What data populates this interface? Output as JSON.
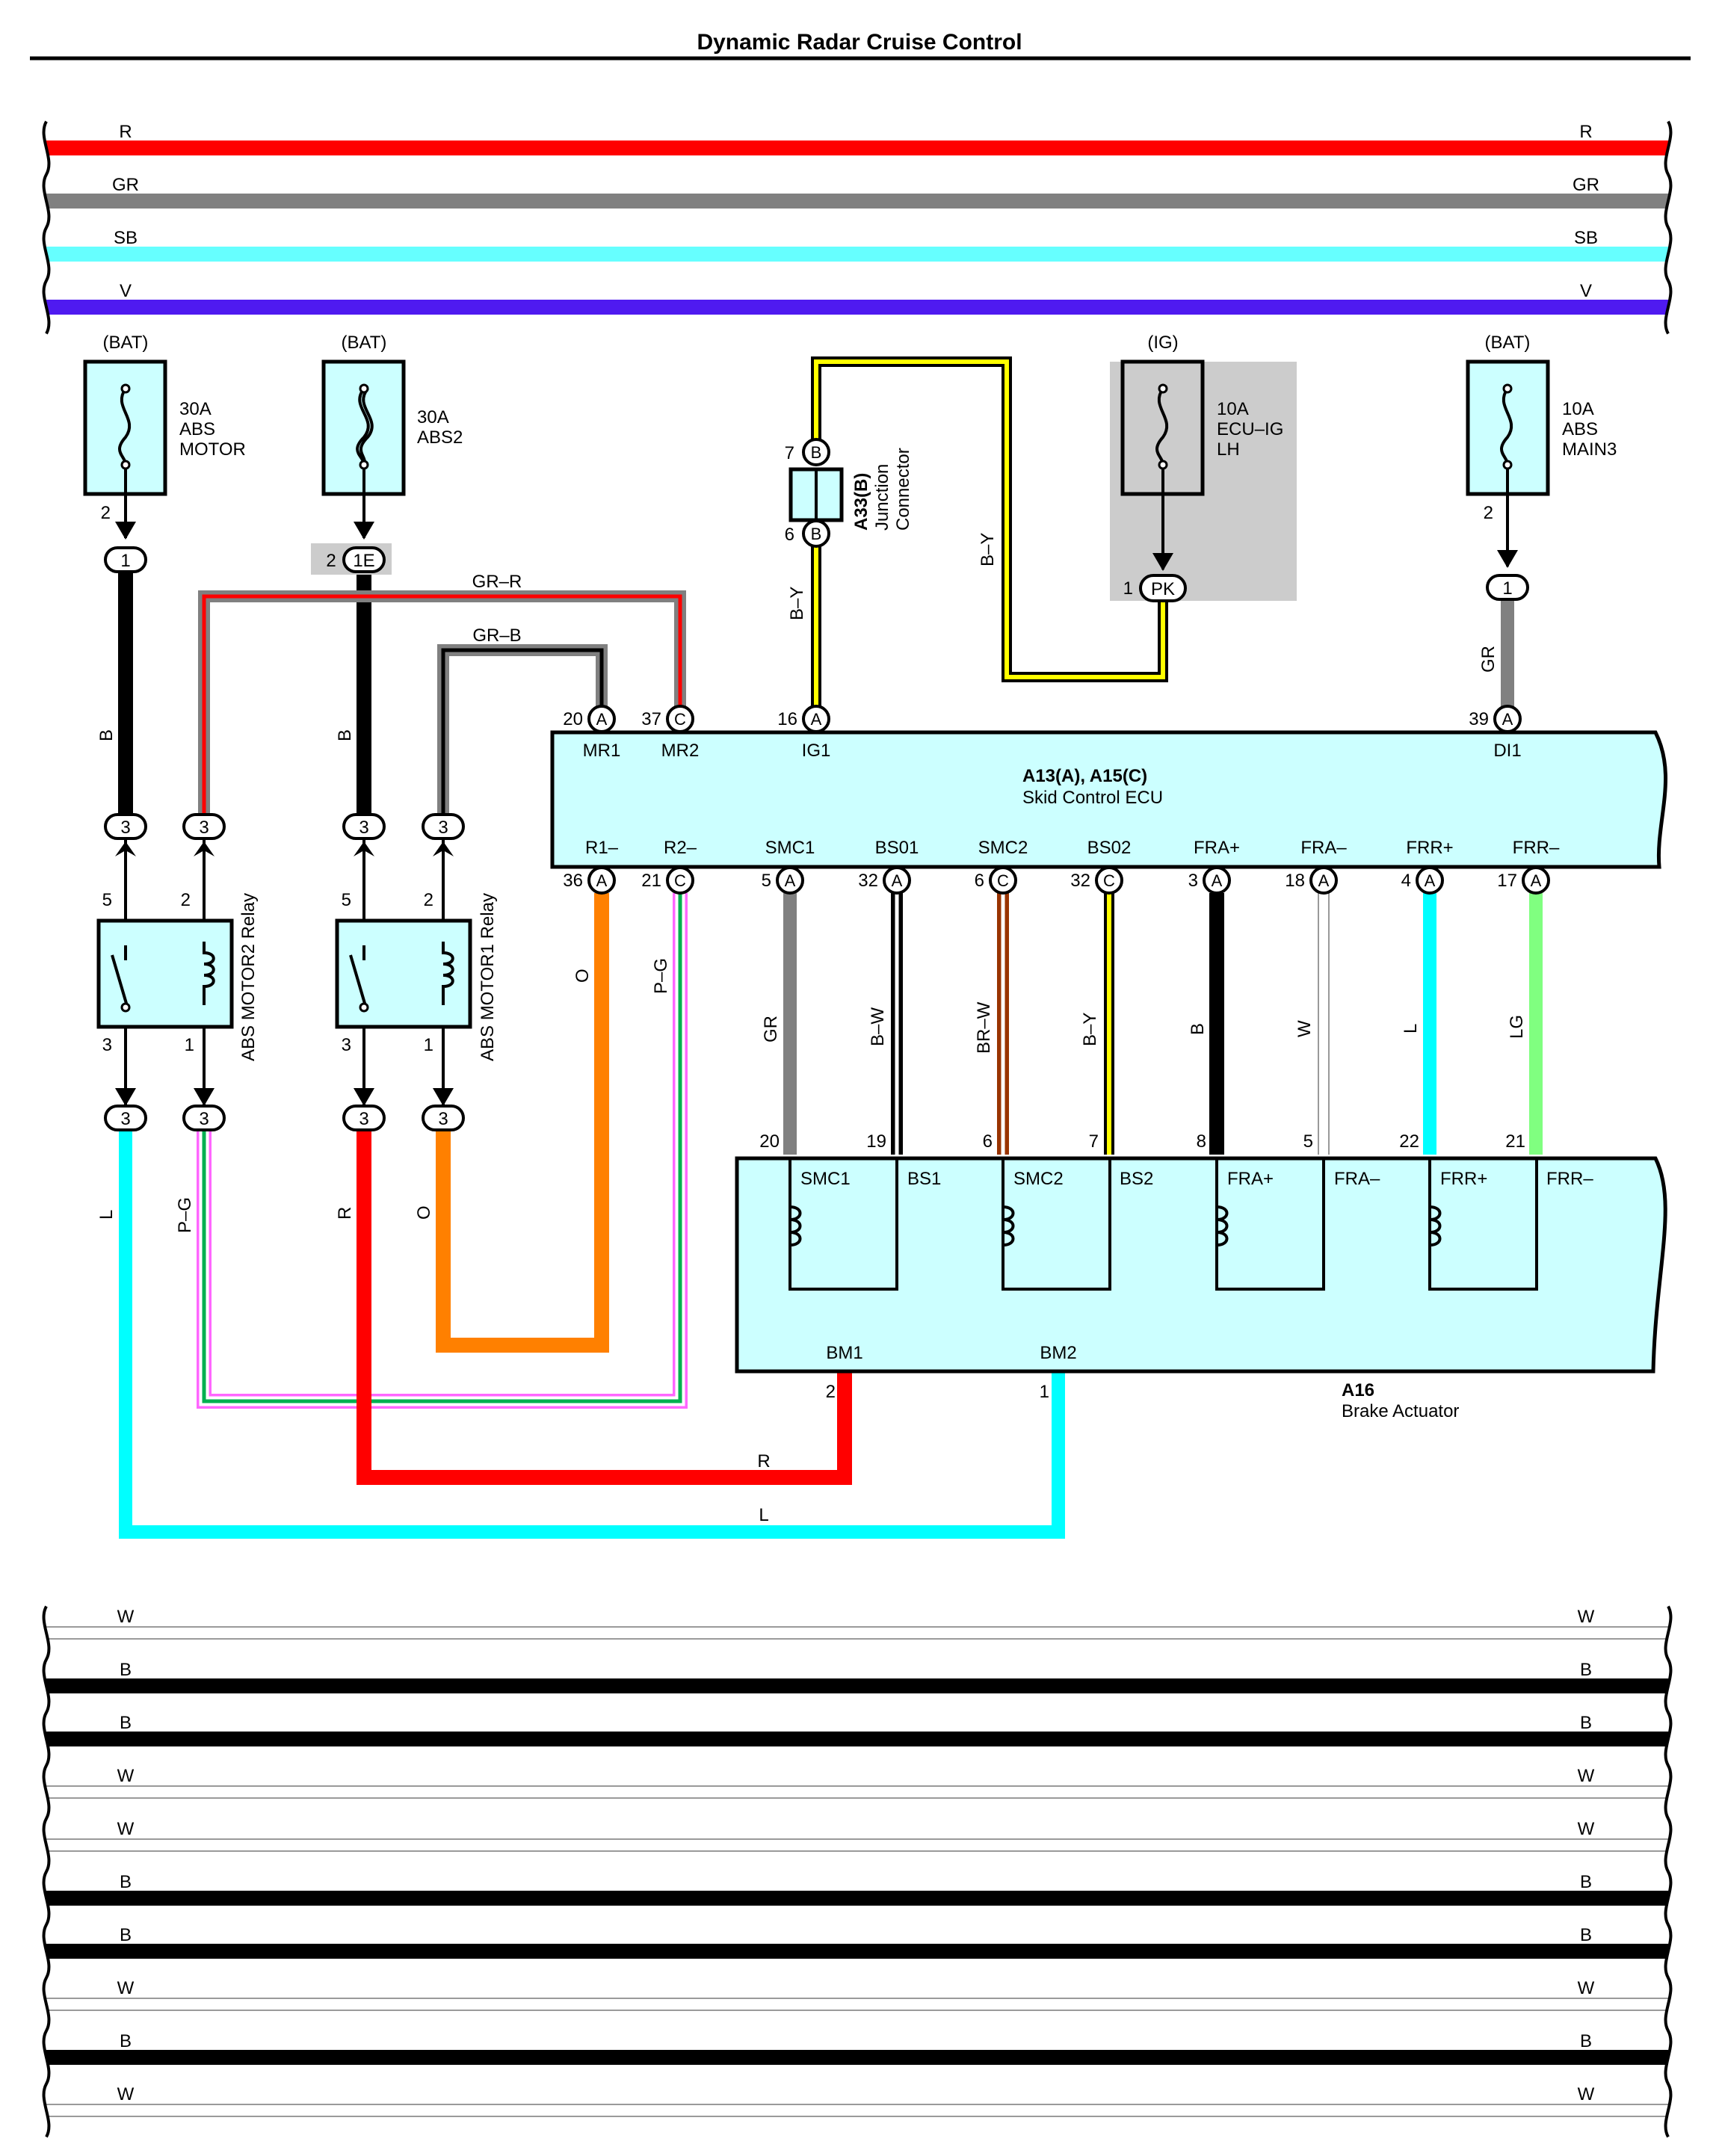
{
  "title": "Dynamic Radar Cruise Control",
  "colors": {
    "R": "#ff0000",
    "GR": "#808080",
    "SB": "#66ffff",
    "V": "#4f1af0",
    "B": "#000000",
    "W": "#ffffff",
    "L": "#00ffff",
    "O": "#ff8000",
    "Y": "#ffff00",
    "LG": "#80ff80",
    "BR": "#993300",
    "P": "#ff66ff",
    "G": "#00b050",
    "box": "#ccffff",
    "gray": "#cccccc"
  },
  "top_bus": [
    {
      "code": "R",
      "color": "R"
    },
    {
      "code": "GR",
      "color": "GR"
    },
    {
      "code": "SB",
      "color": "SB"
    },
    {
      "code": "V",
      "color": "V"
    }
  ],
  "bottom_bus": [
    {
      "code": "W",
      "color": "W"
    },
    {
      "code": "B",
      "color": "B"
    },
    {
      "code": "B",
      "color": "B"
    },
    {
      "code": "W",
      "color": "W"
    },
    {
      "code": "W",
      "color": "W"
    },
    {
      "code": "B",
      "color": "B"
    },
    {
      "code": "B",
      "color": "B"
    },
    {
      "code": "W",
      "color": "W"
    },
    {
      "code": "B",
      "color": "B"
    },
    {
      "code": "W",
      "color": "W"
    }
  ],
  "fuses": [
    {
      "source": "(BAT)",
      "lines": [
        "30A",
        "ABS",
        "MOTOR"
      ],
      "pin": "2",
      "connector": "1"
    },
    {
      "source": "(BAT)",
      "lines": [
        "30A",
        "ABS2"
      ],
      "pin": "2",
      "connector": "1E"
    },
    {
      "source": "(IG)",
      "lines": [
        "10A",
        "ECU–IG",
        "LH"
      ],
      "pin": "1",
      "connector": "PK"
    },
    {
      "source": "(BAT)",
      "lines": [
        "10A",
        "ABS",
        "MAIN3"
      ],
      "pin": "2",
      "connector": "1"
    }
  ],
  "relays": [
    {
      "name": "ABS MOTOR2 Relay",
      "pins": [
        "5",
        "2",
        "3",
        "1"
      ],
      "connector": "3"
    },
    {
      "name": "ABS MOTOR1 Relay",
      "pins": [
        "5",
        "2",
        "3",
        "1"
      ],
      "connector": "3"
    }
  ],
  "junction": {
    "id": "A33(B)",
    "name_lines": [
      "Junction",
      "Connector"
    ],
    "pin_top": "7",
    "pin_bottom": "6",
    "letter": "B"
  },
  "ecu": {
    "title": "A13(A), A15(C)",
    "name": "Skid Control ECU",
    "top_pins": [
      {
        "num": "20",
        "letter": "A",
        "label": "MR1"
      },
      {
        "num": "37",
        "letter": "C",
        "label": "MR2"
      },
      {
        "num": "16",
        "letter": "A",
        "label": "IG1"
      },
      {
        "num": "39",
        "letter": "A",
        "label": "DI1"
      }
    ],
    "bottom_pins": [
      {
        "num": "36",
        "letter": "A",
        "label": "R1–"
      },
      {
        "num": "21",
        "letter": "C",
        "label": "R2–"
      },
      {
        "num": "5",
        "letter": "A",
        "label": "SMC1"
      },
      {
        "num": "32",
        "letter": "A",
        "label": "BS01"
      },
      {
        "num": "6",
        "letter": "C",
        "label": "SMC2"
      },
      {
        "num": "32",
        "letter": "C",
        "label": "BS02"
      },
      {
        "num": "3",
        "letter": "A",
        "label": "FRA+"
      },
      {
        "num": "18",
        "letter": "A",
        "label": "FRA–"
      },
      {
        "num": "4",
        "letter": "A",
        "label": "FRR+"
      },
      {
        "num": "17",
        "letter": "A",
        "label": "FRR–"
      }
    ]
  },
  "actuator": {
    "id": "A16",
    "name": "Brake Actuator",
    "top_pins": [
      {
        "num": "20",
        "label": "SMC1"
      },
      {
        "num": "19",
        "label": "BS1"
      },
      {
        "num": "6",
        "label": "SMC2"
      },
      {
        "num": "7",
        "label": "BS2"
      },
      {
        "num": "8",
        "label": "FRA+"
      },
      {
        "num": "5",
        "label": "FRA–"
      },
      {
        "num": "22",
        "label": "FRR+"
      },
      {
        "num": "21",
        "label": "FRR–"
      }
    ],
    "bottom_pins": [
      {
        "num": "2",
        "label": "BM1"
      },
      {
        "num": "1",
        "label": "BM2"
      }
    ]
  },
  "wires": {
    "gr_r": "GR–R",
    "gr_b": "GR–B",
    "b_y": "B–Y",
    "gr": "GR",
    "b": "B",
    "l": "L",
    "p_g": "P–G",
    "r": "R",
    "o": "O",
    "b_w": "B–W",
    "br_w": "BR–W",
    "w": "W",
    "lg": "LG"
  }
}
